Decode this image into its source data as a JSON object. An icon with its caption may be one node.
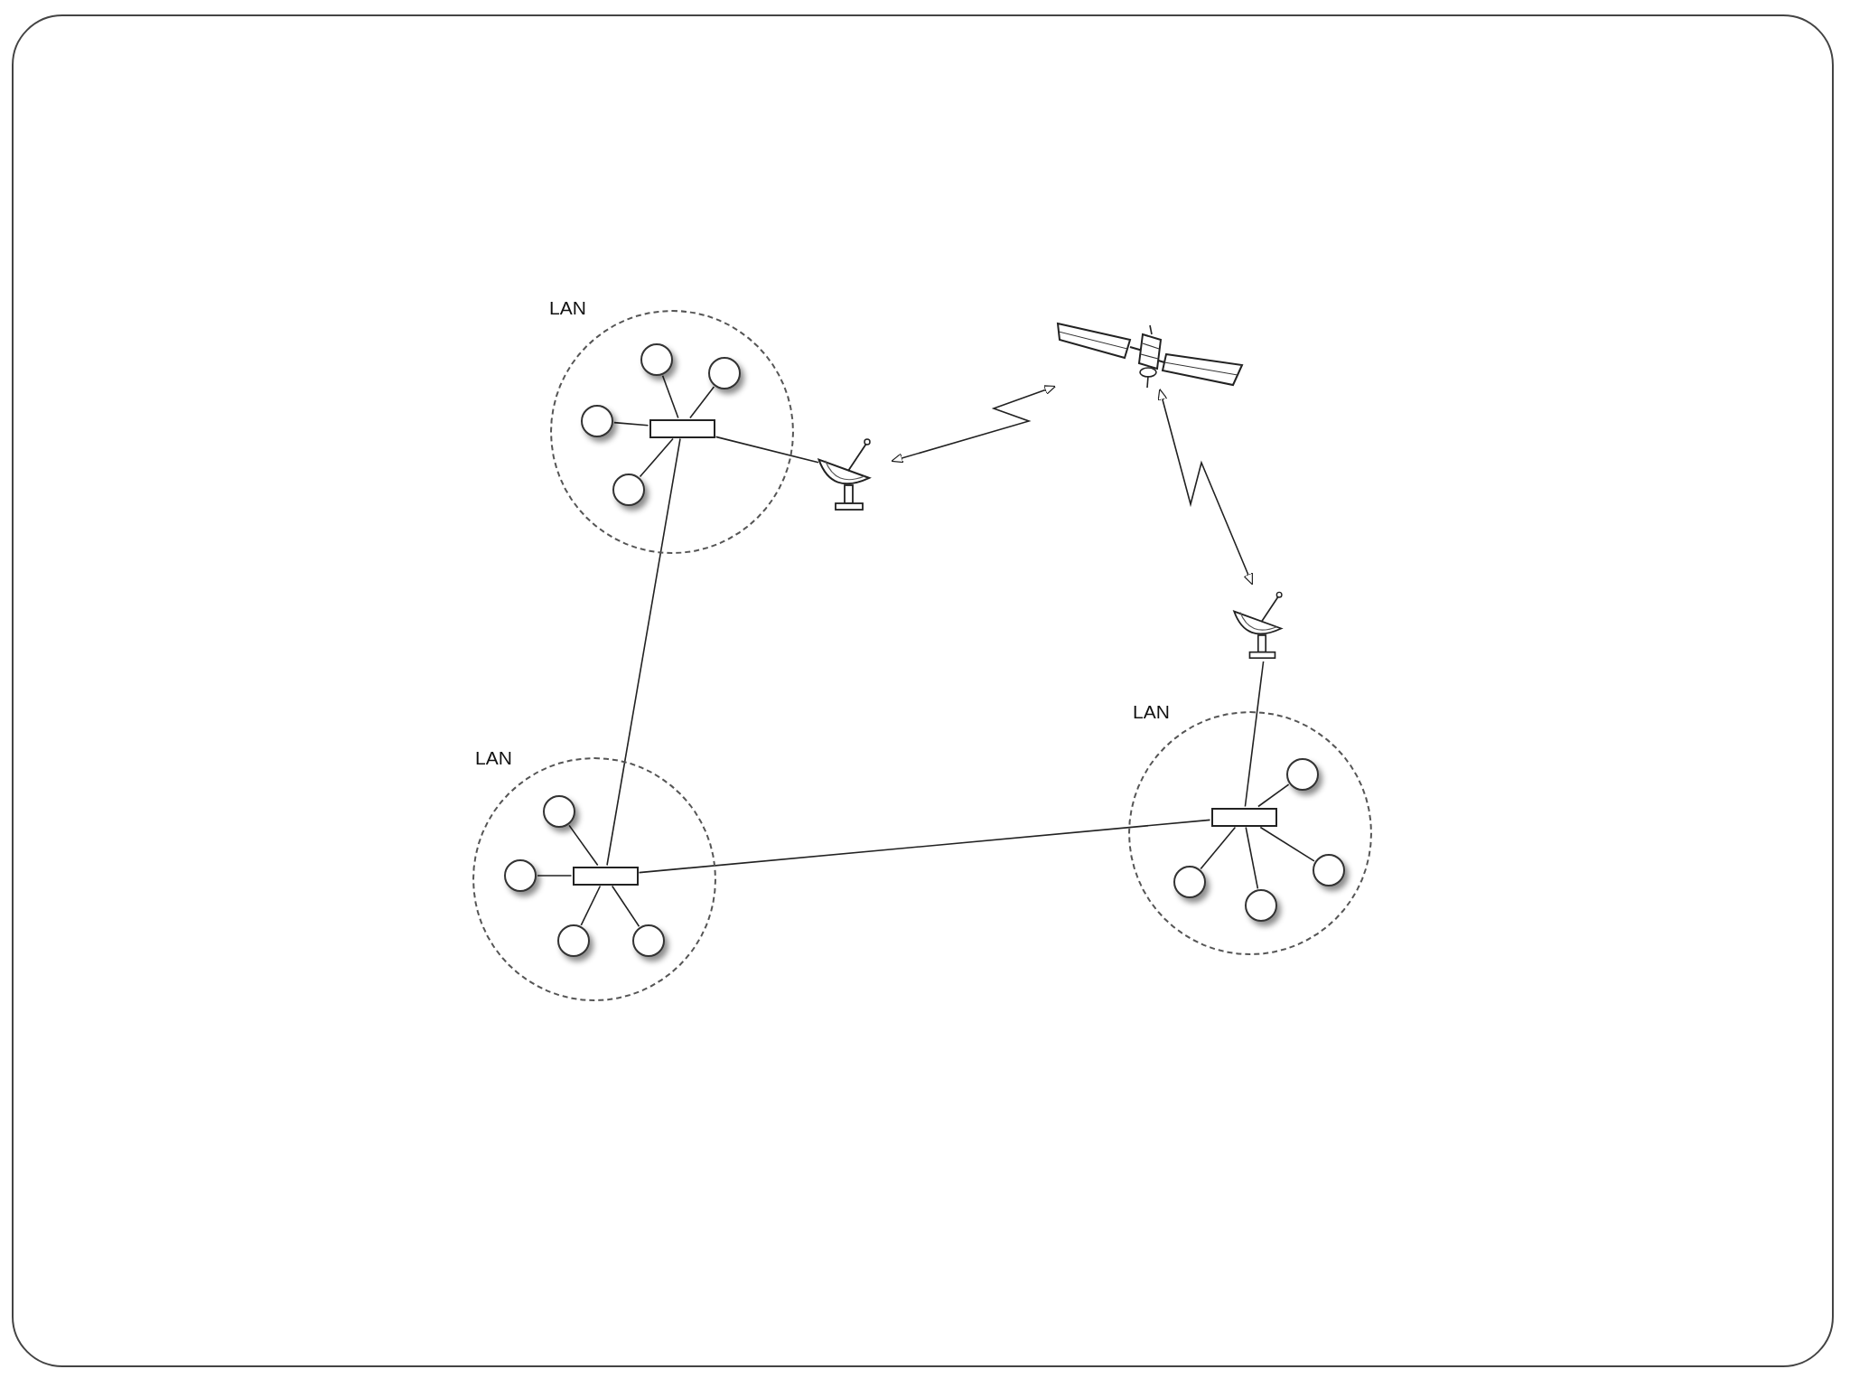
{
  "diagram": {
    "nodes": [
      {
        "text": [
          "LAN"
        ]
      },
      {
        "text": [],
        "shape": "box",
        "in": 0
      },
      {
        "text": [],
        "shape": "circle",
        "in": 0
      },
      {
        "text": [],
        "shape": "circle",
        "in": 0
      },
      {
        "text": [],
        "shape": "circle",
        "in": 0
      },
      {
        "text": [],
        "shape": "circle",
        "in": 0
      },
      {
        "text": [],
        "shape": "picture"
      },
      {
        "text": [],
        "shape": "picture"
      },
      {
        "text": [],
        "shape": "picture"
      },
      {
        "text": [
          "LAN"
        ]
      },
      {
        "text": [],
        "shape": "box",
        "in": 9
      },
      {
        "text": [],
        "shape": "circle",
        "in": 9
      },
      {
        "text": [],
        "shape": "circle",
        "in": 9
      },
      {
        "text": [],
        "shape": "circle",
        "in": 9
      },
      {
        "text": [],
        "shape": "circle",
        "in": 9
      },
      {
        "text": [
          "LAN"
        ]
      },
      {
        "text": [],
        "shape": "box",
        "in": 15
      },
      {
        "text": [],
        "shape": "circle",
        "in": 15
      },
      {
        "text": [],
        "shape": "circle",
        "in": 15
      },
      {
        "text": [],
        "shape": "circle",
        "in": 15
      },
      {
        "text": [],
        "shape": "circle",
        "in": 15
      }
    ],
    "edges": [
      {
        "from": 1,
        "to": 2,
        "arrow": "none"
      },
      {
        "from": 1,
        "to": 3,
        "arrow": "none"
      },
      {
        "from": 1,
        "to": 4,
        "arrow": "none"
      },
      {
        "from": 1,
        "to": 5,
        "arrow": "none"
      },
      {
        "from": 1,
        "to": 6,
        "arrow": "none"
      },
      {
        "from": 6,
        "to": 7,
        "arrow": "both"
      },
      {
        "from": 7,
        "to": 8,
        "arrow": "both"
      },
      {
        "from": 8,
        "to": 10,
        "arrow": "none"
      },
      {
        "from": 10,
        "to": 11,
        "arrow": "none"
      },
      {
        "from": 10,
        "to": 12,
        "arrow": "none"
      },
      {
        "from": 10,
        "to": 13,
        "arrow": "none"
      },
      {
        "from": 10,
        "to": 14,
        "arrow": "none"
      },
      {
        "from": 1,
        "to": 16,
        "arrow": "none"
      },
      {
        "from": 16,
        "to": 10,
        "arrow": "none"
      },
      {
        "from": 16,
        "to": 17,
        "arrow": "none"
      },
      {
        "from": 16,
        "to": 18,
        "arrow": "none"
      },
      {
        "from": 16,
        "to": 19,
        "arrow": "none"
      },
      {
        "from": 16,
        "to": 20,
        "arrow": "none"
      }
    ]
  }
}
